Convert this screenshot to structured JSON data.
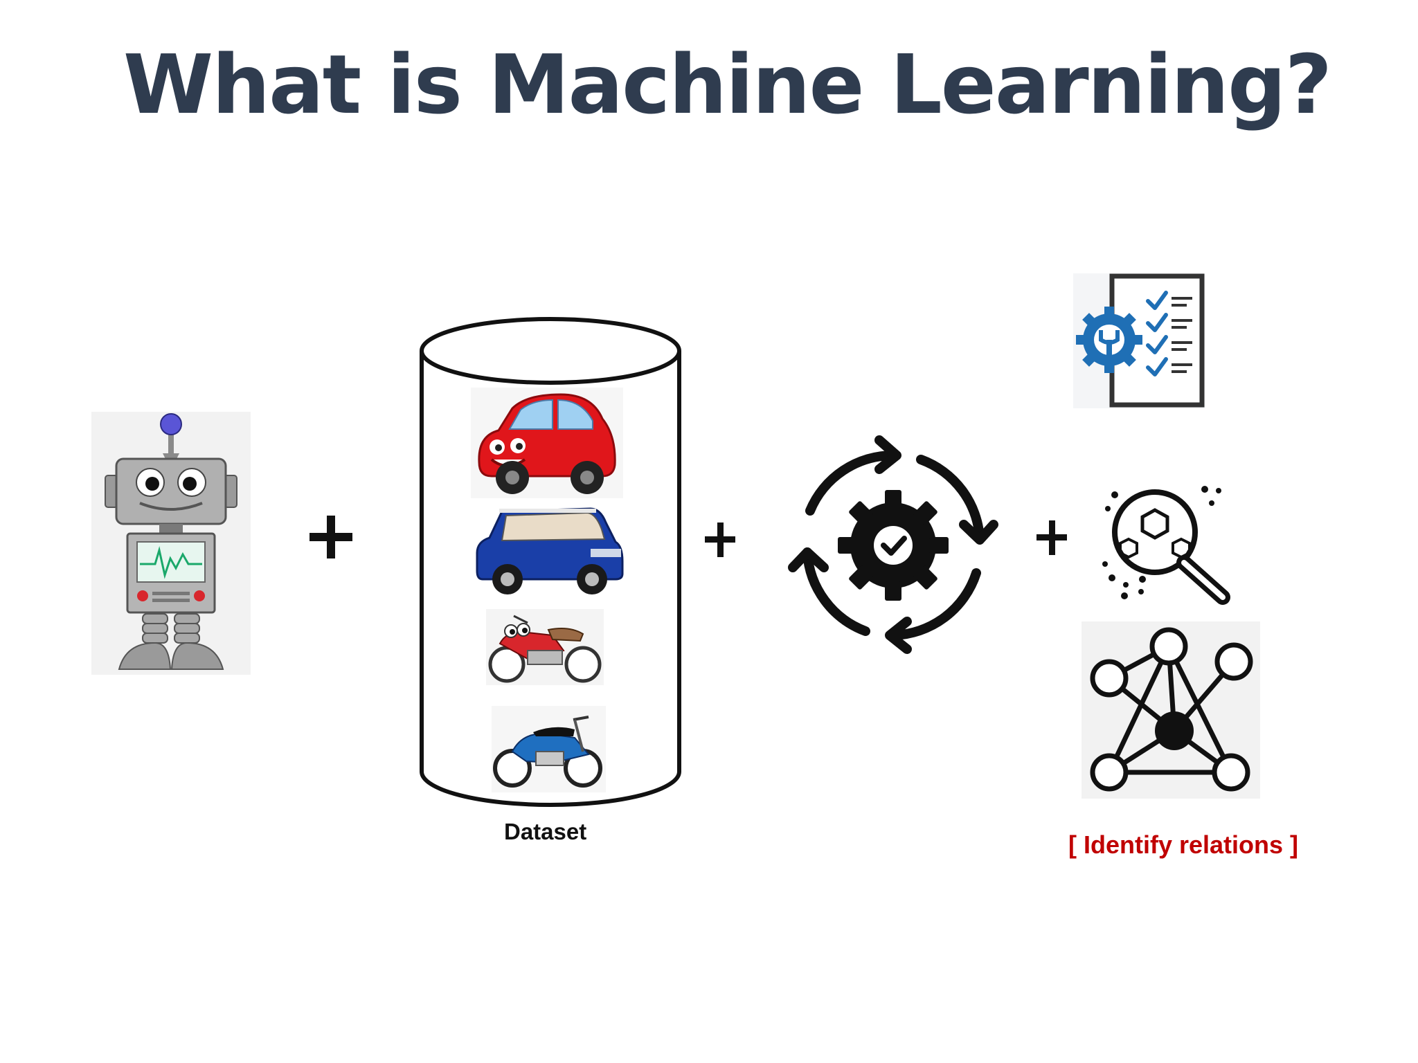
{
  "slide": {
    "title": "What is Machine Learning?"
  },
  "diagram": {
    "robot": {
      "icon": "robot-icon"
    },
    "operators": [
      "+",
      "+",
      "+"
    ],
    "dataset": {
      "label": "Dataset",
      "items": [
        {
          "icon": "red-cartoon-car-icon"
        },
        {
          "icon": "blue-suv-icon"
        },
        {
          "icon": "red-cartoon-motorcycle-icon"
        },
        {
          "icon": "blue-motorcycle-icon"
        }
      ]
    },
    "process": {
      "icon": "gear-cycle-icon"
    },
    "outputs": {
      "icons": [
        "gear-checklist-icon",
        "magnifier-analysis-icon",
        "network-graph-icon"
      ],
      "caption": "[ Identify relations ]",
      "caption_color": "#c00000"
    }
  },
  "colors": {
    "title": "#2f3c4f",
    "checklist_blue": "#1f6fb5",
    "car_red": "#e0161b",
    "suv_blue": "#1a3fa8"
  }
}
